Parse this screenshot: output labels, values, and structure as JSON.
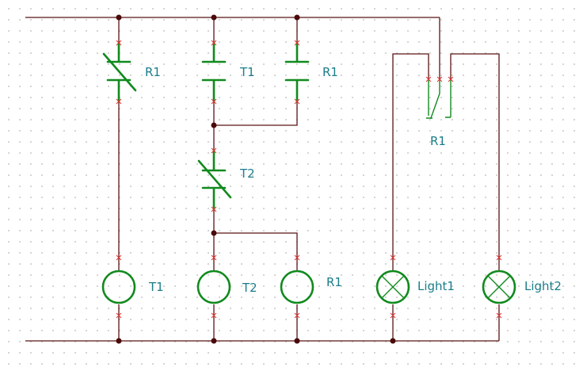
{
  "components": {
    "contact_r1_nc": {
      "label": "R1"
    },
    "contact_t1_no": {
      "label": "T1"
    },
    "contact_r1_no": {
      "label": "R1"
    },
    "changeover_r1": {
      "label": "R1"
    },
    "contact_t2_nc": {
      "label": "T2"
    },
    "coil_t1": {
      "label": "T1"
    },
    "coil_t2": {
      "label": "T2"
    },
    "coil_r1": {
      "label": "R1"
    },
    "lamp_1": {
      "label": "Light1"
    },
    "lamp_2": {
      "label": "Light2"
    }
  },
  "colors": {
    "wire": "#5a1414",
    "component": "#118a1e",
    "label": "#1b7d8a",
    "pin_marker": "#e53030",
    "junction": "#4a0a0a"
  }
}
